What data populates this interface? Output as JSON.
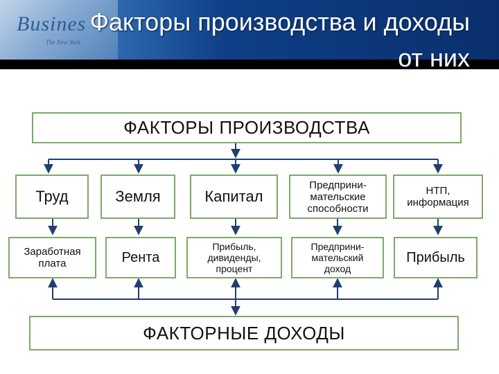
{
  "header": {
    "logo_text": "Busines",
    "logo_subtext": "The New York",
    "title": "Факторы производства и доходы от них"
  },
  "diagram": {
    "top_box": "ФАКТОРЫ ПРОИЗВОДСТВА",
    "factors": [
      {
        "label": "Труд"
      },
      {
        "label": "Земля"
      },
      {
        "label": "Капитал"
      },
      {
        "label": "Предприни-\nмательские\nспособности"
      },
      {
        "label": "НТП,\nинформация"
      }
    ],
    "incomes": [
      {
        "label": "Заработная\nплата"
      },
      {
        "label": "Рента"
      },
      {
        "label": "Прибыль,\nдивиденды,\nпроцент"
      },
      {
        "label": "Предприни-\nмательский\nдоход"
      },
      {
        "label": "Прибыль"
      }
    ],
    "bottom_box": "ФАКТОРНЫЕ ДОХОДЫ",
    "colors": {
      "box_border": "#7ea86a",
      "arrow": "#1f3f70"
    }
  }
}
